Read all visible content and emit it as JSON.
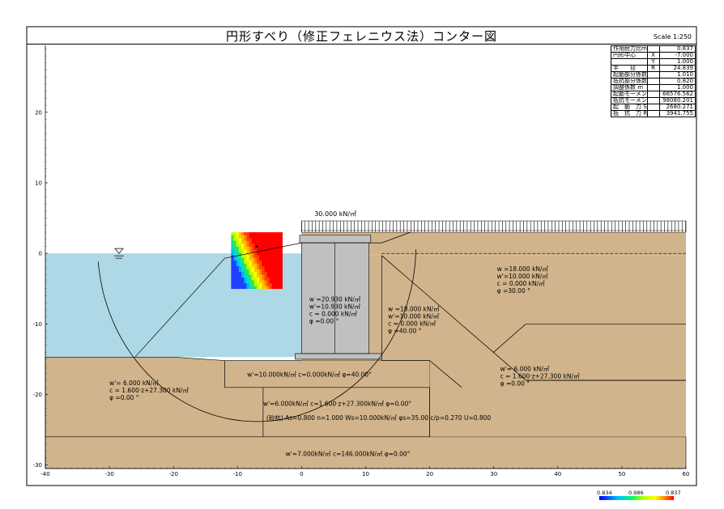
{
  "title": "円形すべり（修正フェレニウス法）コンター図",
  "scale_label": "Scale 1:250",
  "results": [
    {
      "label": "作用耐力比m·S/R",
      "key": "",
      "value": "0.837"
    },
    {
      "label": "円形中心",
      "key": "X",
      "value": "-7.000"
    },
    {
      "label": "",
      "key": "Y",
      "value": "1.000"
    },
    {
      "label": "半　　径",
      "key": "R",
      "value": "24.839"
    },
    {
      "label": "起動部分係数γs",
      "key": "",
      "value": "1.010"
    },
    {
      "label": "抵抗部分係数γR",
      "key": "",
      "value": "0.820"
    },
    {
      "label": "調整係数 m",
      "key": "",
      "value": "1.000"
    },
    {
      "label": "起動モーメント",
      "key": "",
      "value": "66576.562"
    },
    {
      "label": "抵抗モーメント",
      "key": "",
      "value": "98080.201"
    },
    {
      "label": "起　動　力 Sk",
      "key": "",
      "value": "2680.271"
    },
    {
      "label": "抵　抗　力 Rk",
      "key": "",
      "value": "3941.755"
    }
  ],
  "surcharge": "30.000 kN/㎡",
  "soil_labels": {
    "caisson": [
      "w =20.930 kN/㎥",
      "w'=10.930 kN/㎥",
      "c = 0.000 kN/㎡",
      "φ =0.00 °"
    ],
    "backfill_mid": [
      "w =18.000 kN/㎥",
      "w'=10.000 kN/㎥",
      "c = 0.000 kN/㎡",
      "φ =40.00 °"
    ],
    "backfill_upper": [
      "w =18.000 kN/㎥",
      "w'=10.000 kN/㎥",
      "c = 0.000 kN/㎡",
      "φ =30.00 °"
    ],
    "clay_right": [
      "w'= 6.000 kN/㎥",
      "c = 1.600·z+27.300 kN/㎡",
      "φ =0.00 °"
    ],
    "clay_left": [
      "w'= 6.000 kN/㎥",
      "c = 1.600·z+27.300 kN/㎡",
      "φ =0.00 °"
    ],
    "mound": "w'=10.000kN/㎥ c=0.000kN/㎡ φ=40.00°",
    "improved_1": "w'=6.000kN/㎥ c=1.600·z+27.300kN/㎡ φ=0.00°",
    "improved_2": "(砂杭) As=0.800 n=1.000 Ws=10.000kN/㎥ φs=35.00 c/p=0.270 U=0.800",
    "base": "w'=7.000kN/㎥ c=146.000kN/㎡ φ=0.00°"
  },
  "axis": {
    "x_ticks": [
      -40,
      -30,
      -20,
      -10,
      0,
      10,
      20,
      30,
      40,
      50,
      60
    ],
    "y_ticks": [
      20,
      10,
      0,
      -10,
      -20,
      -30
    ],
    "x_range": [
      -40,
      60
    ],
    "y_range": [
      -30.5,
      29.5
    ]
  },
  "slip_circle": {
    "center": [
      -7.0,
      1.0
    ],
    "radius": 24.839
  },
  "legend": {
    "min": "0.834",
    "mid": "0.986",
    "max": "0.837"
  },
  "colors": {
    "water": "#add8e6",
    "soil": "#d2b48c",
    "caisson": "#c0c0c0"
  }
}
